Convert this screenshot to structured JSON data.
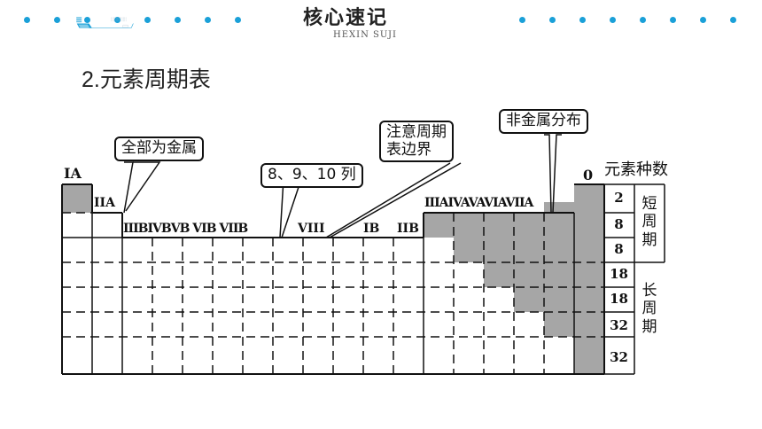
{
  "header": {
    "title": "核心速记",
    "subtitle": "HEXIN SUJI",
    "accent_color": "#1aa0d8"
  },
  "section_title": "2.元素周期表",
  "table": {
    "group_labels": {
      "IA": "IA",
      "IIA": "IIA",
      "IIIB_VIIB": "IIIBIVBVB VIB VIIB",
      "VIII": "VIII",
      "IB": "IB",
      "IIB": "IIB",
      "IIIA_VIIA": "IIIAIVAVAVIAVIIA",
      "zero": "0"
    },
    "count_header": "元素种数",
    "element_counts": [
      "2",
      "8",
      "8",
      "18",
      "18",
      "32",
      "32"
    ],
    "short_period": "短周期",
    "long_period": "长周期",
    "shade_color": "#a6a6a6"
  },
  "callouts": {
    "all_metals": "全部为金属",
    "columns_8_9_10": "8、9、10 列",
    "boundary_line1": "注意周期",
    "boundary_line2": "表边界",
    "nonmetal_distribution": "非金属分布"
  }
}
